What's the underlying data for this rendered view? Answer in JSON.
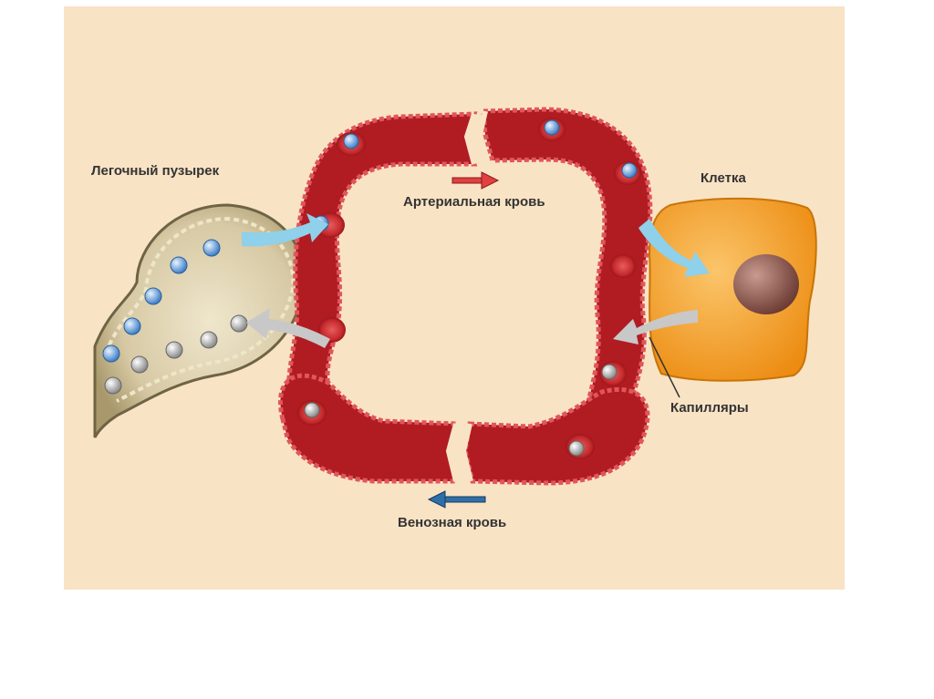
{
  "labels": {
    "alveolus": "Легочный пузырек",
    "cell": "Клетка",
    "arterial": "Артериальная кровь",
    "venous": "Венозная кровь",
    "capillaries": "Капилляры"
  },
  "colors": {
    "background": "#f9e3c5",
    "vessel": "#b01c22",
    "vessel_border": "#e0565a",
    "alveolus_fill": "#d7c9a4",
    "cell_fill": "#f4a125",
    "nucleus": "#8a4d45",
    "oxygen": "#5b9bd8",
    "carbon_dioxide": "#b8b8b8",
    "arterial_arrow": "#e04040",
    "venous_arrow": "#2f6fa8",
    "oxygen_flow_arrow": "#8fd0ea",
    "co2_flow_arrow": "#c8c8c8"
  }
}
